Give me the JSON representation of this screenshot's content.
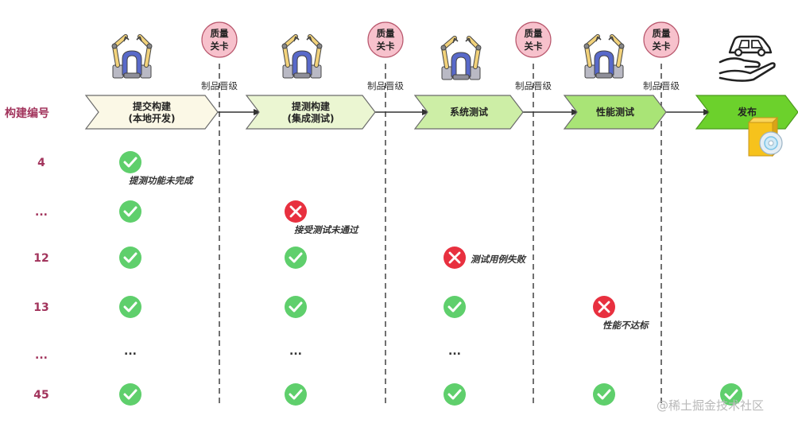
{
  "header": {
    "build_no_label": "构建编号"
  },
  "stages": [
    {
      "id": "s1",
      "line1": "提交构建",
      "line2": "(本地开发)",
      "fill": "#fbf8e6",
      "stroke": "#6b6b6b"
    },
    {
      "id": "s2",
      "line1": "提测构建",
      "line2": "(集成测试)",
      "fill": "#ebf6d2",
      "stroke": "#6b6b6b"
    },
    {
      "id": "s3",
      "line1": "系统测试",
      "line2": "",
      "fill": "#cdeea6",
      "stroke": "#6b6b6b"
    },
    {
      "id": "s4",
      "line1": "性能测试",
      "line2": "",
      "fill": "#a9e476",
      "stroke": "#6b6b6b"
    },
    {
      "id": "s5",
      "line1": "发布",
      "line2": "",
      "fill": "#6cd12c",
      "stroke": "#4e9a20"
    }
  ],
  "gates": [
    {
      "line1": "质量",
      "line2": "关卡",
      "promote": "制品晋级"
    },
    {
      "line1": "质量",
      "line2": "关卡",
      "promote": "制品晋级"
    },
    {
      "line1": "质量",
      "line2": "关卡",
      "promote": "制品晋级"
    },
    {
      "line1": "质量",
      "line2": "关卡",
      "promote": "制品晋级"
    }
  ],
  "icons": {
    "robot": "robot-arm-icon",
    "release": "car-in-hand-icon",
    "package": "software-package-icon",
    "pass": "check-circle-icon",
    "fail": "cross-circle-icon"
  },
  "colors": {
    "pass": "#5fcf6c",
    "fail": "#e8303f",
    "gate_fill": "#f7c1cc",
    "gate_stroke": "#b8566c",
    "row_label": "#a2345c",
    "robot_yellow": "#f2d27a",
    "robot_blue": "#5869c9"
  },
  "rows": [
    {
      "label": "4",
      "cells": [
        {
          "state": "pass"
        },
        {
          "state": "none"
        },
        {
          "state": "none"
        },
        {
          "state": "none"
        },
        {
          "state": "none"
        }
      ],
      "note": {
        "stage": 0,
        "text": "提测功能未完成"
      }
    },
    {
      "label": "...",
      "cells": [
        {
          "state": "pass"
        },
        {
          "state": "fail"
        },
        {
          "state": "none"
        },
        {
          "state": "none"
        },
        {
          "state": "none"
        }
      ],
      "note": {
        "stage": 1,
        "text": "接受测试未通过"
      }
    },
    {
      "label": "12",
      "cells": [
        {
          "state": "pass"
        },
        {
          "state": "pass"
        },
        {
          "state": "fail"
        },
        {
          "state": "none"
        },
        {
          "state": "none"
        }
      ],
      "note": {
        "stage": 2,
        "text": "测试用例失败"
      }
    },
    {
      "label": "13",
      "cells": [
        {
          "state": "pass"
        },
        {
          "state": "pass"
        },
        {
          "state": "pass"
        },
        {
          "state": "fail"
        },
        {
          "state": "none"
        }
      ],
      "note": {
        "stage": 3,
        "text": "性能不达标"
      }
    },
    {
      "label": "...",
      "cells": [
        {
          "state": "ellipsis"
        },
        {
          "state": "ellipsis"
        },
        {
          "state": "ellipsis"
        },
        {
          "state": "none"
        },
        {
          "state": "none"
        }
      ],
      "note": null
    },
    {
      "label": "45",
      "cells": [
        {
          "state": "pass"
        },
        {
          "state": "pass"
        },
        {
          "state": "pass"
        },
        {
          "state": "pass"
        },
        {
          "state": "pass"
        }
      ],
      "note": null
    }
  ],
  "ellipsis_text": "...",
  "watermark": "@稀土掘金技术社区"
}
